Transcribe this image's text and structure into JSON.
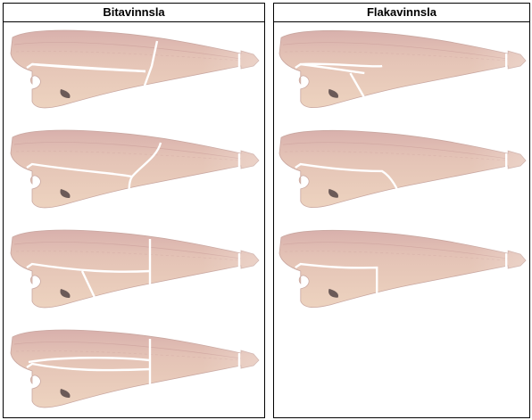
{
  "panels": [
    {
      "title": "Bitavinnsla",
      "fillet_count": 4
    },
    {
      "title": "Flakavinnsla",
      "fillet_count": 3
    }
  ],
  "colors": {
    "fillet_base": "#e6c7b6",
    "fillet_top": "#dcb4ac",
    "fillet_belly": "#efd8c2",
    "cut_line": "#ffffff",
    "border": "#000000"
  }
}
